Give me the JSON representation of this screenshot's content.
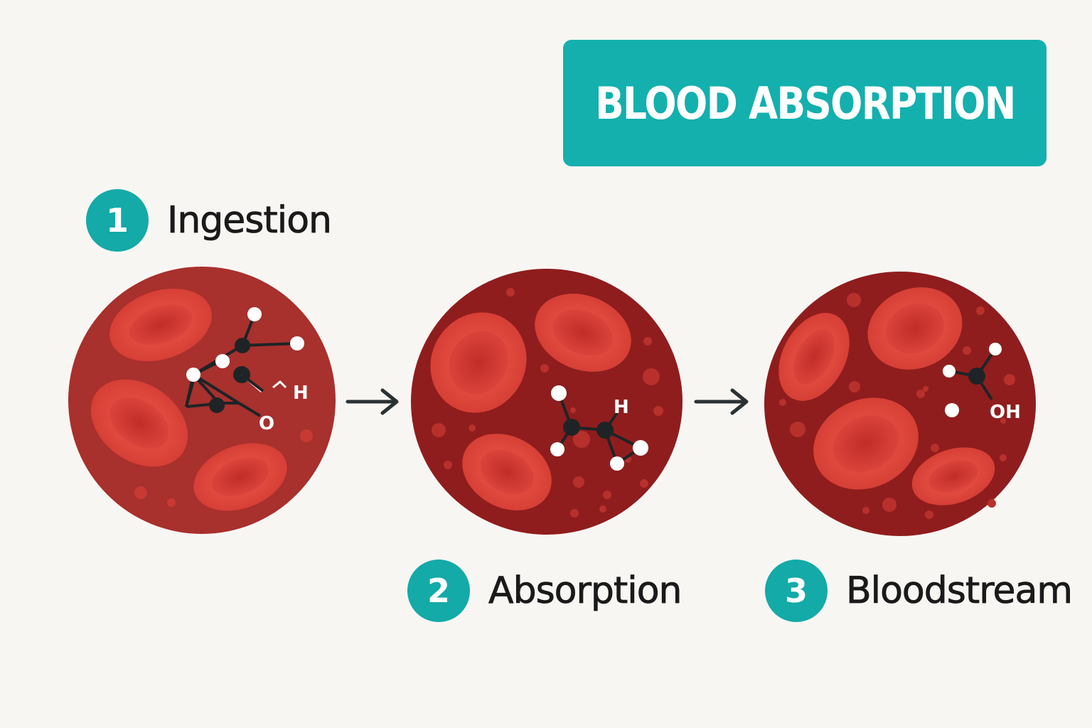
{
  "header": {
    "title": "BLOOD ABSORPTION"
  },
  "steps": [
    {
      "number": "1",
      "label": "Ingestion"
    },
    {
      "number": "2",
      "label": "Absorption"
    },
    {
      "number": "3",
      "label": "Bloodstream"
    }
  ],
  "molecules": {
    "stage1": {
      "h_label": "H",
      "o_label": "O"
    },
    "stage2": {
      "h_label": "H"
    },
    "stage3": {
      "oh_label": "OH"
    }
  },
  "colors": {
    "accent": "#13b0ae",
    "background": "#f8f6f3",
    "plasma_light": "#a8302d",
    "plasma_dark": "#8f1d1d",
    "cell": "#d9453b",
    "atom_dark": "#1e2426"
  }
}
